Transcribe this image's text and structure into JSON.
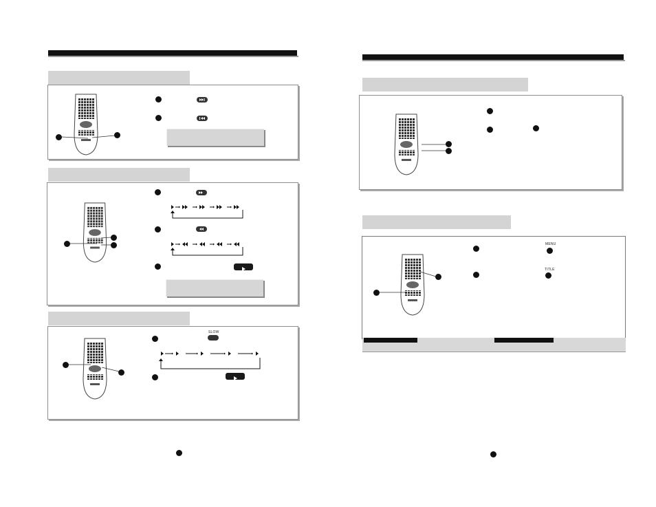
{
  "left_page": {
    "skip": {
      "labels": []
    },
    "search": {
      "labels": []
    },
    "slow": {
      "slow_label": "SLOW"
    }
  },
  "right_page": {
    "menu": {
      "menu_label": "MENU",
      "title_label": "TITLE"
    }
  },
  "colors": {
    "header_bar": "#111111",
    "section_header": "#d4d4d4",
    "note_box": "#d6d6d6"
  }
}
